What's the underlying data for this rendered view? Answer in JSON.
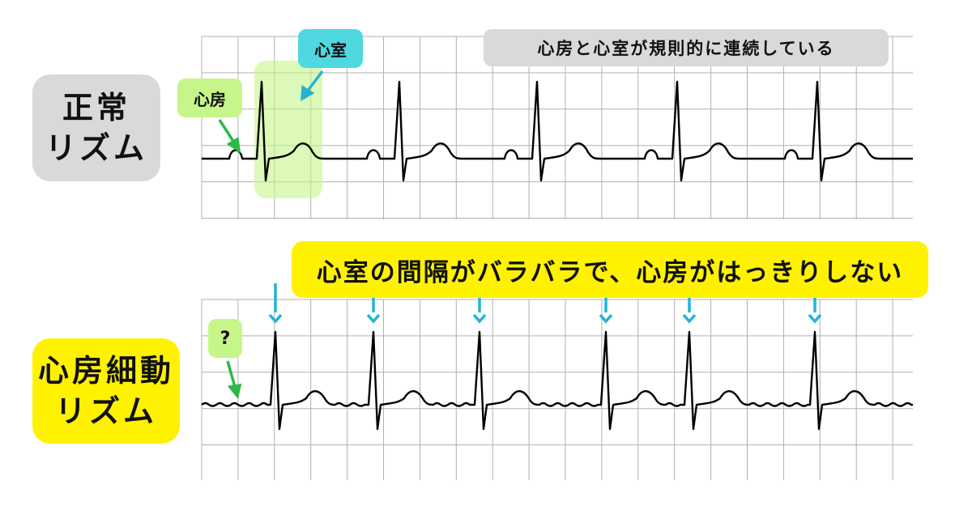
{
  "normal_rhythm": {
    "label_lines": [
      "正常",
      "リズム"
    ],
    "atrium_callout": "心房",
    "ventricle_callout": "心室",
    "note": "心房と心室が規則的に連続している"
  },
  "af_rhythm": {
    "label_lines": [
      "心房細動",
      "リズム"
    ],
    "question_callout": "?",
    "note": "心室の間隔がバラバラで、心房がはっきりしない"
  },
  "colors": {
    "grid": "#b0b0b0",
    "trace": "#000000",
    "atrium_callout": "#c6f58a",
    "ventricle_callout": "#4fd8e0",
    "highlight": "#c6f58a",
    "arrow_green": "#2db84a",
    "arrow_cyan": "#23b4d6",
    "af_yellow": "#fff200",
    "label_gray": "#d9d9d9"
  }
}
